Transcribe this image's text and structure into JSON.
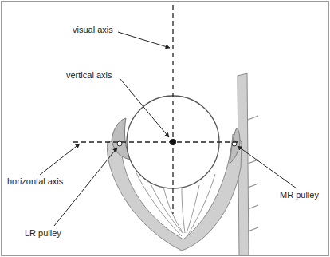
{
  "diagram": {
    "labels": [
      "visual axis",
      "vertical axis",
      "horizontal axis",
      "LR pulley",
      "MR pulley"
    ]
  }
}
